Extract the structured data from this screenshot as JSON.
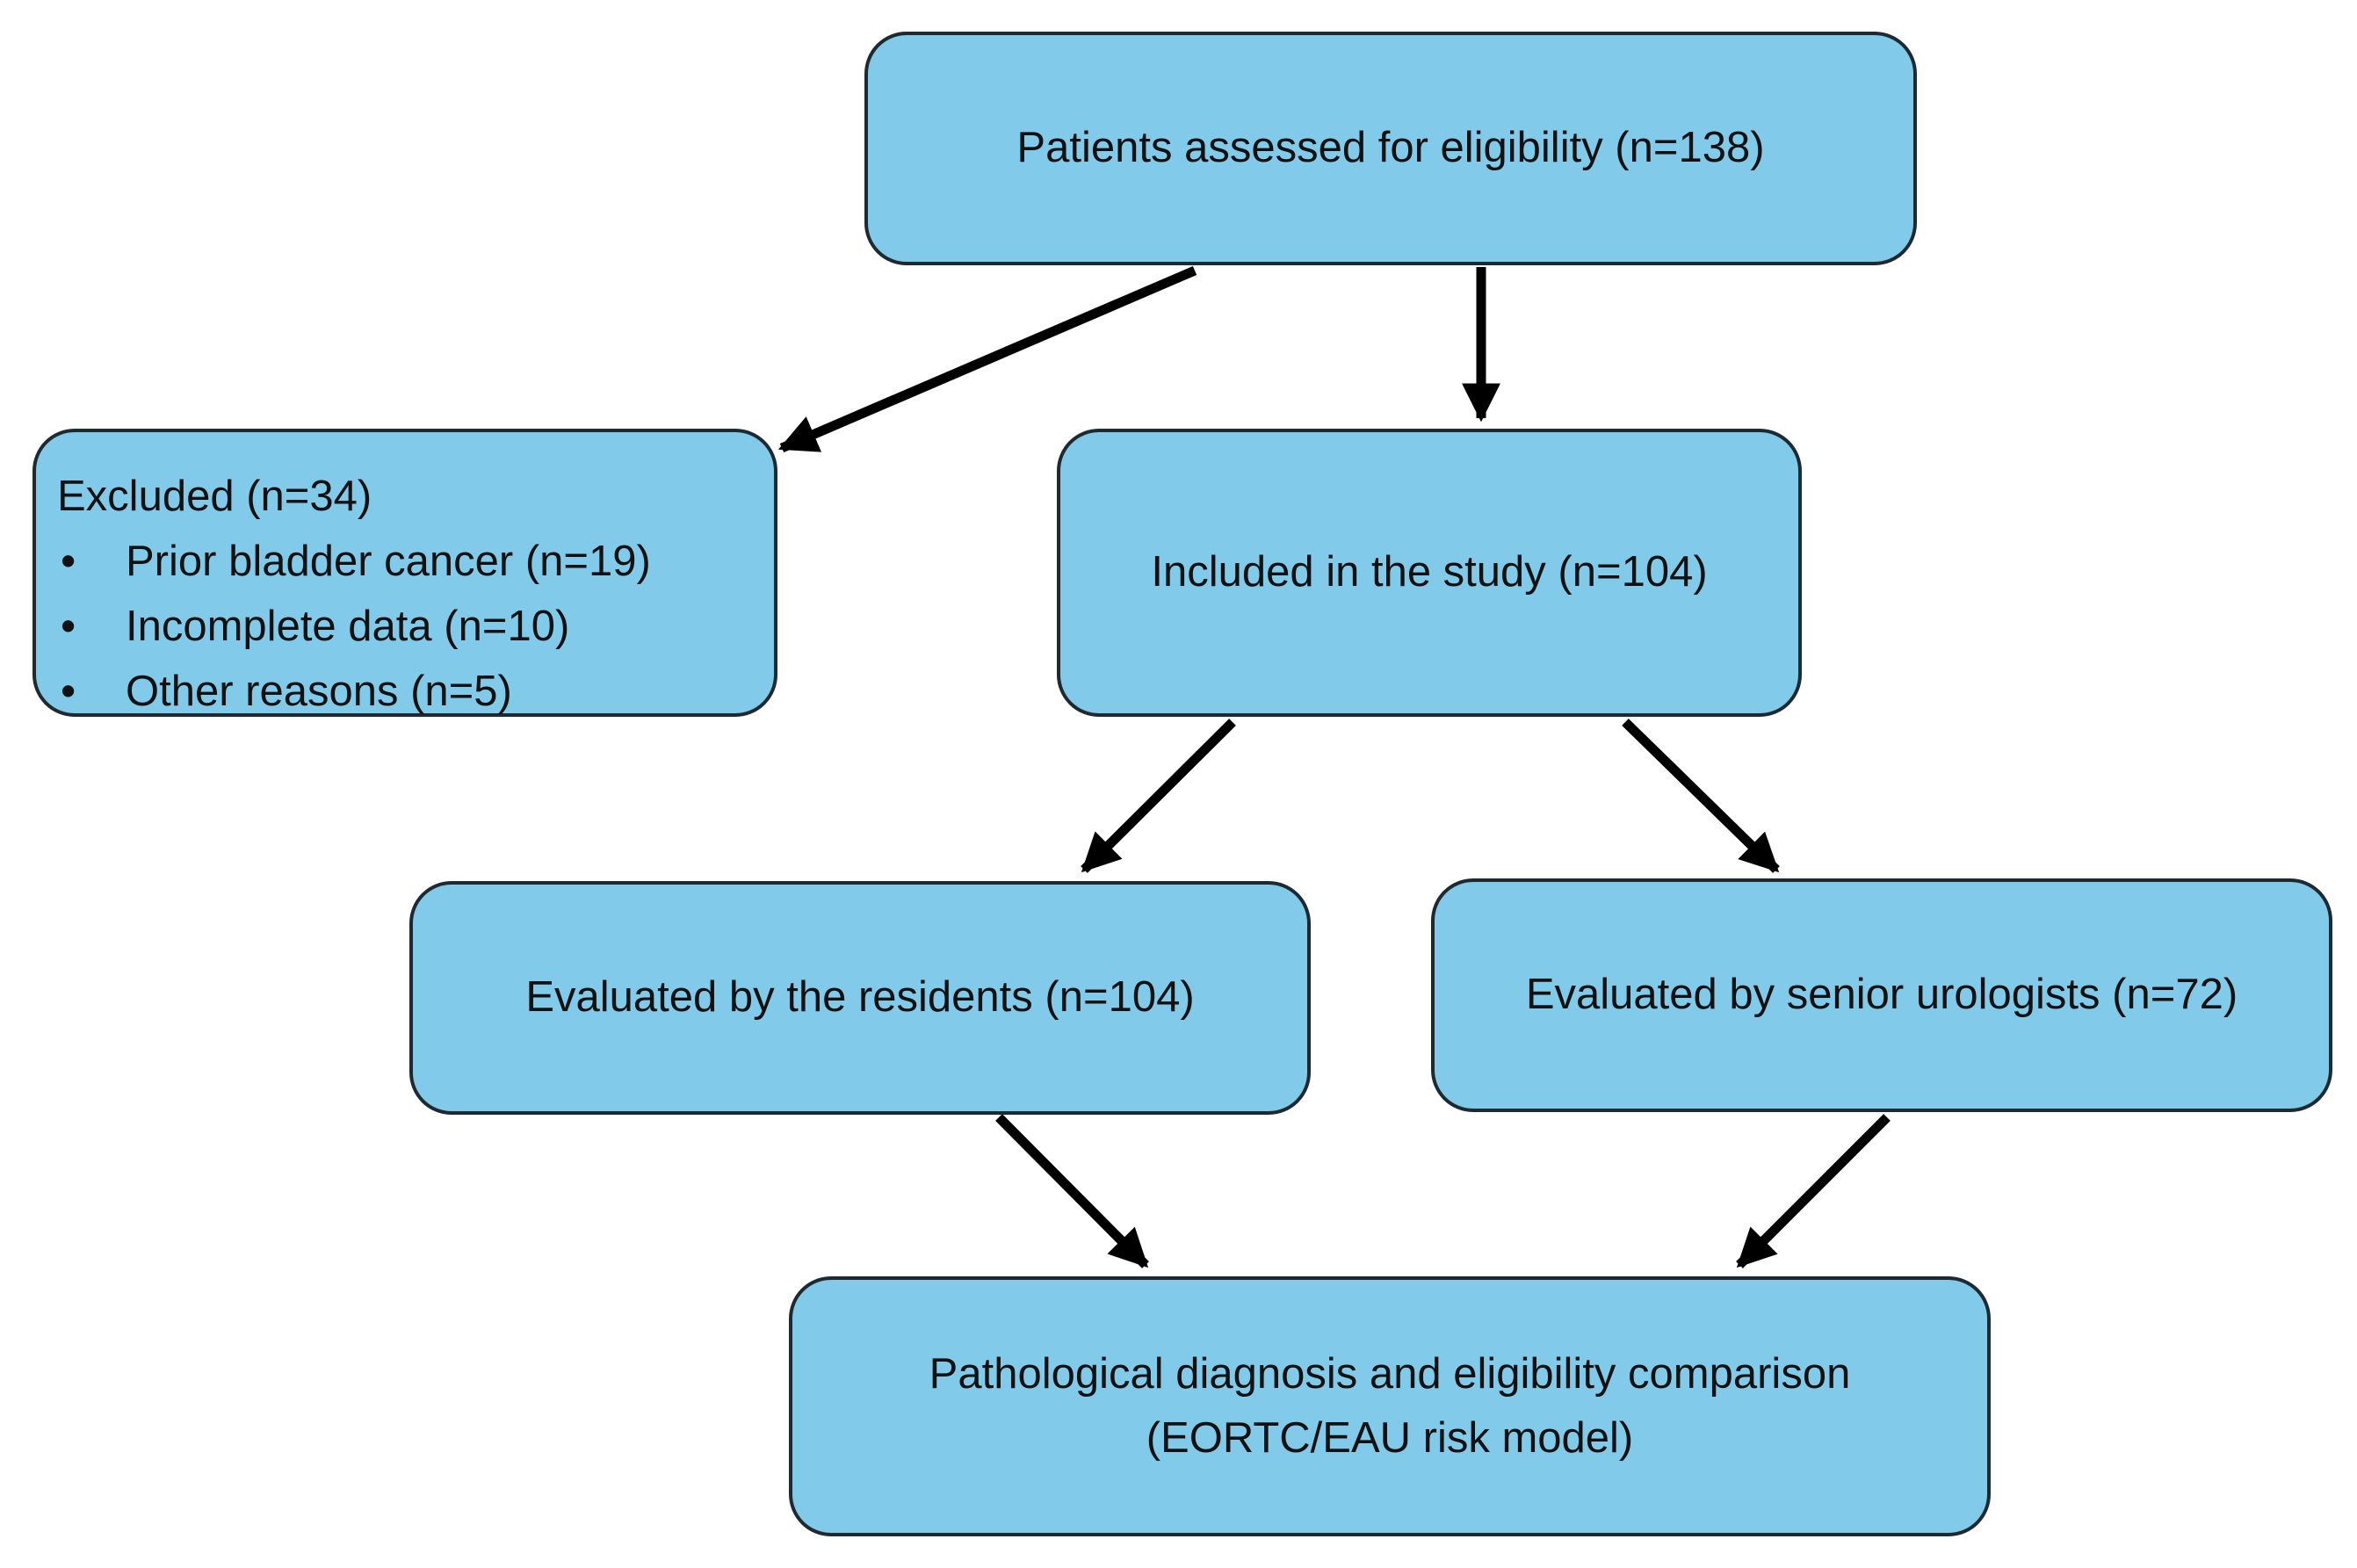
{
  "colors": {
    "box_fill": "#82cae9",
    "box_border": "#1f2a30",
    "arrow": "#000000"
  },
  "nodes": {
    "assessed": "Patients assessed for eligibility (n=138)",
    "excluded": {
      "title": "Excluded (n=34)",
      "reasons": [
        "Prior bladder cancer (n=19)",
        "Incomplete data (n=10)",
        "Other reasons (n=5)"
      ]
    },
    "included": "Included in the study (n=104)",
    "residents": "Evaluated by the residents (n=104)",
    "seniors": "Evaluated by senior urologists (n=72)",
    "final": {
      "line1": "Pathological diagnosis and eligibility comparison",
      "line2": "(EORTC/EAU risk model)"
    }
  }
}
